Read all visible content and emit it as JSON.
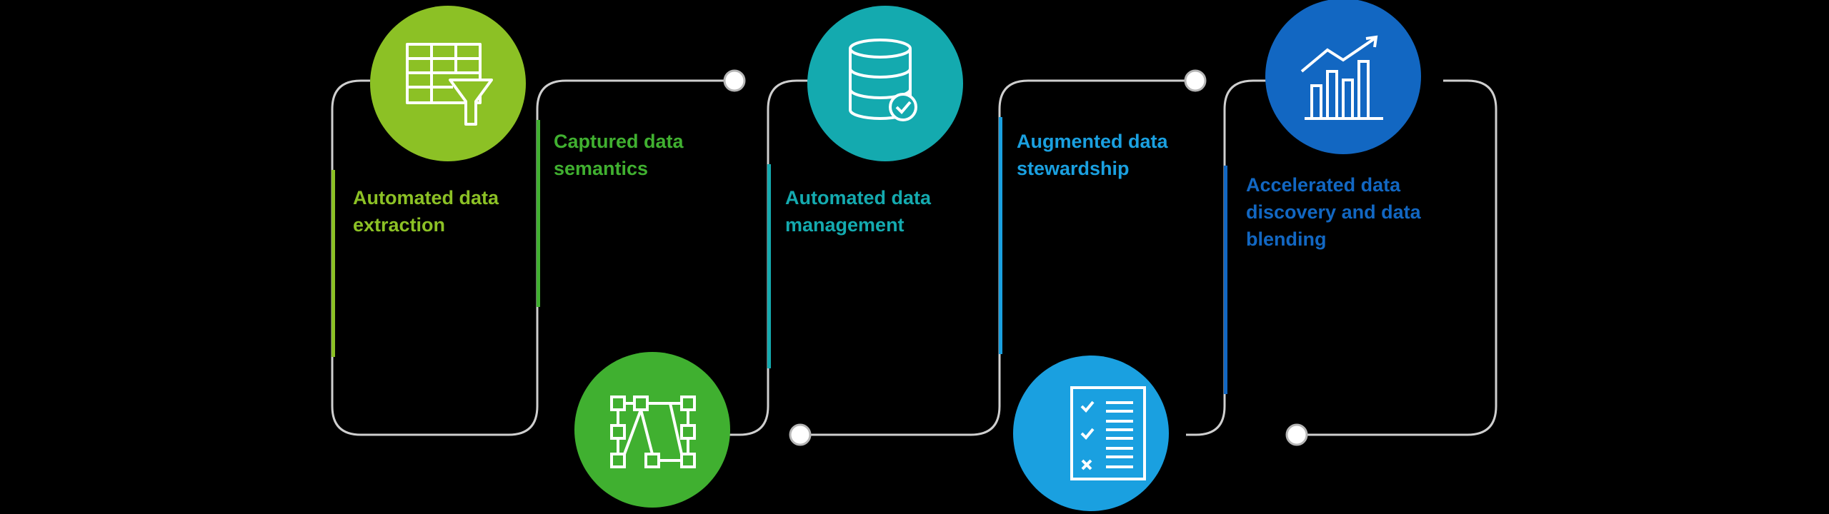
{
  "colors": {
    "background": "#000000",
    "connector": "#cfcfcf",
    "green_light": "#8cc125",
    "green": "#40b030",
    "teal": "#14aaaf",
    "sky": "#1aa0e0",
    "blue": "#1267c2"
  },
  "steps": [
    {
      "lines": [
        "Automated data",
        "extraction"
      ],
      "icon": "table-filter-icon",
      "color": "#8cc125"
    },
    {
      "lines": [
        "Captured data",
        "semantics"
      ],
      "icon": "network-diagram-icon",
      "color": "#40b030"
    },
    {
      "lines": [
        "Automated data",
        "management"
      ],
      "icon": "database-check-icon",
      "color": "#14aaaf"
    },
    {
      "lines": [
        "Augmented data",
        "stewardship"
      ],
      "icon": "checklist-icon",
      "color": "#1aa0e0"
    },
    {
      "lines": [
        "Accelerated data",
        "discovery and data",
        "blending"
      ],
      "icon": "bar-chart-trend-icon",
      "color": "#1267c2"
    }
  ]
}
